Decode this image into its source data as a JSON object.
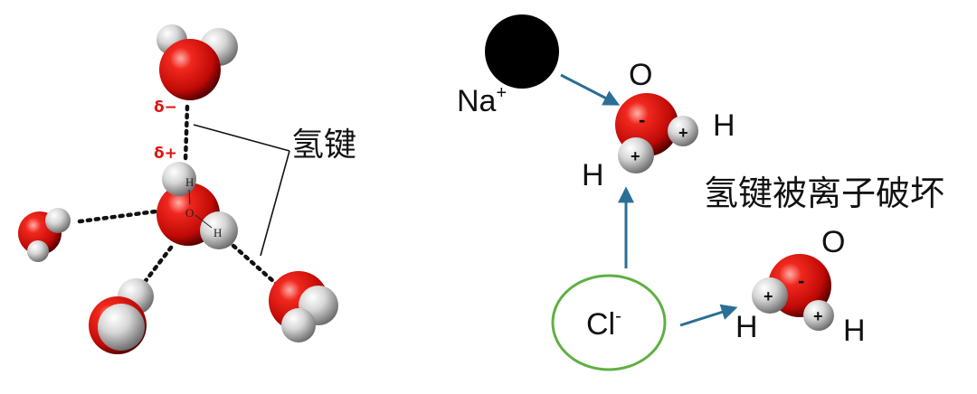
{
  "left": {
    "delta_minus": "δ−",
    "delta_plus": "δ+",
    "hbond_label": "氢键",
    "inner_h1": "H",
    "inner_o": "O",
    "inner_h2": "H"
  },
  "right": {
    "na_label": "Na",
    "na_charge": "+",
    "cl_label": "Cl",
    "cl_charge": "-",
    "water_top": {
      "o": "O",
      "h_right": "H",
      "h_left": "H",
      "o_charge": "-",
      "h_charge": "+"
    },
    "water_bottom": {
      "o": "O",
      "h_left": "H",
      "h_right": "H",
      "o_charge": "-",
      "h_charge": "+"
    },
    "caption": "氢键被离子破坏"
  },
  "colors": {
    "oxygen": "#e0140f",
    "hydrogen": "#cfcfcf",
    "delta": "#e0140f",
    "arrow": "#2a6f96",
    "cl_ring": "#5fb043",
    "na": "#000000"
  }
}
